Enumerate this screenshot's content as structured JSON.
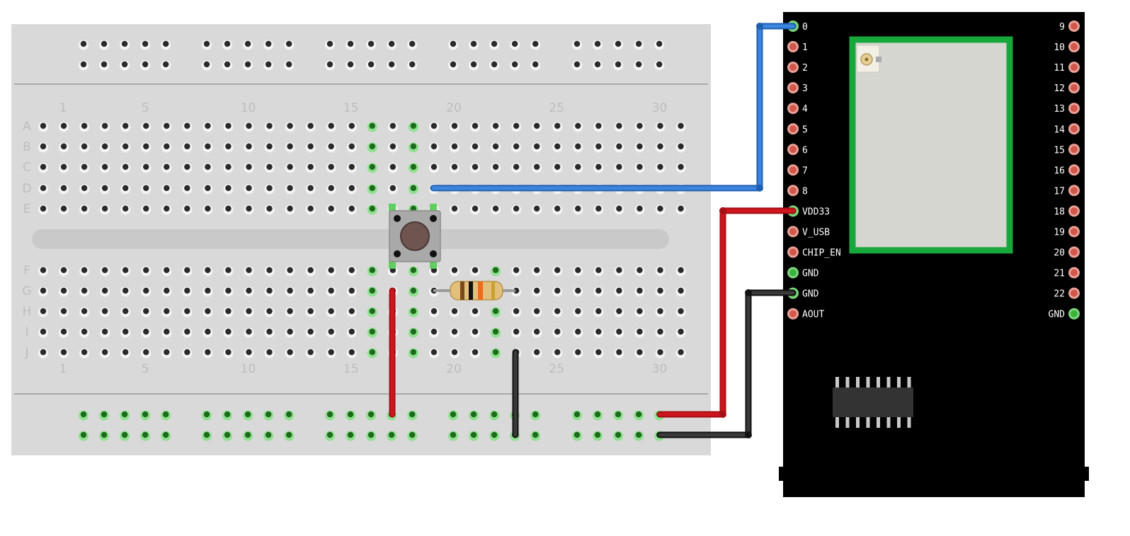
{
  "breadboard": {
    "column_numbers": [
      "1",
      "5",
      "10",
      "15",
      "20",
      "25",
      "30"
    ],
    "rows_top": [
      "A",
      "B",
      "C",
      "D",
      "E"
    ],
    "rows_bottom": [
      "F",
      "G",
      "H",
      "I",
      "J"
    ]
  },
  "board": {
    "left_pins": [
      "0",
      "1",
      "2",
      "3",
      "4",
      "5",
      "6",
      "7",
      "8",
      "VDD33",
      "V_USB",
      "CHIP_EN",
      "GND",
      "GND",
      "AOUT"
    ],
    "right_pins": [
      "9",
      "10",
      "11",
      "12",
      "13",
      "14",
      "15",
      "16",
      "17",
      "18",
      "19",
      "20",
      "21",
      "22",
      "GND"
    ]
  },
  "components": {
    "pushbutton": "pushbutton",
    "resistor": "resistor",
    "chip": "ic-chip"
  },
  "colors": {
    "wire_blue": "#2a6fc8",
    "wire_red": "#c8141c",
    "wire_black": "#2b2b2b",
    "breadboard": "#d9d9d9",
    "board": "#000000",
    "module_outline": "#16a83b",
    "pin_red": "#e06b5d",
    "pin_green": "#6fcf6f"
  }
}
